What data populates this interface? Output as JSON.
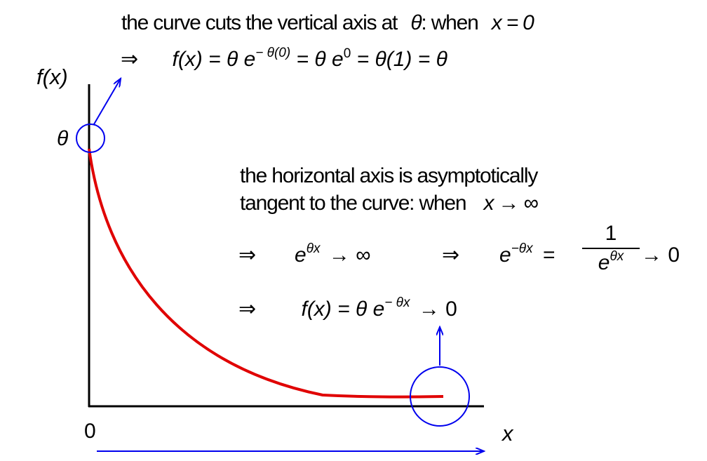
{
  "colors": {
    "curve": "#e00000",
    "annotation": "#0000ee",
    "axis": "#000000"
  },
  "top_note": {
    "text": "the curve cuts the vertical axis at",
    "theta": "θ",
    "when": ": when",
    "cond": "x = 0"
  },
  "top_eq": {
    "implies": "⇒",
    "lhs": "f(x) = θ e",
    "exp1": "− θ(0)",
    "mid": " = θ e",
    "exp2": "0",
    "rhs": " = θ(1) = θ"
  },
  "axes": {
    "ylabel": "f(x)",
    "xlabel": "x",
    "origin": "0",
    "y_intercept": "θ"
  },
  "asym_note": {
    "line1": "the horizontal axis is asymptotically",
    "line2": "tangent to the curve: when",
    "cond": "x → ∞"
  },
  "eq2": {
    "implies1": "⇒",
    "a_base": "e",
    "a_exp": "θx",
    "a_tail": "→ ∞",
    "implies2": "⇒",
    "b_base": "e",
    "b_exp": "−θx",
    "b_eq": "=",
    "frac_num": "1",
    "frac_den_base": "e",
    "frac_den_exp": "θx",
    "b_tail": "→ 0"
  },
  "eq3": {
    "implies": "⇒",
    "lhs": "f(x) = θ e",
    "exp": "− θx",
    "tail": "→ 0"
  }
}
